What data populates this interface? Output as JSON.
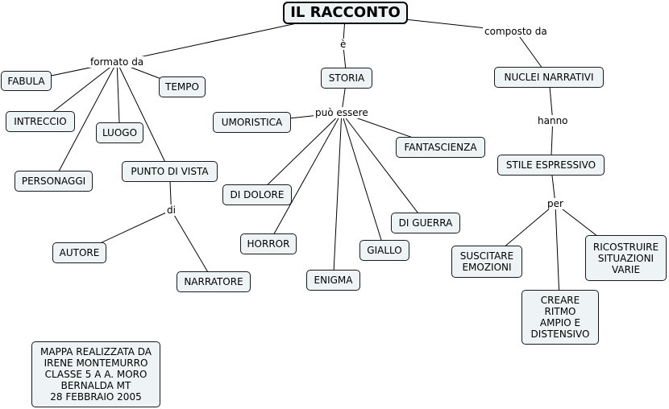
{
  "nodes": [
    {
      "id": "root",
      "text": "IL RACCONTO"
    },
    {
      "id": "fabula",
      "text": "FABULA"
    },
    {
      "id": "tempo",
      "text": "TEMPO"
    },
    {
      "id": "intreccio",
      "text": "INTRECCIO"
    },
    {
      "id": "luogo",
      "text": "LUOGO"
    },
    {
      "id": "personaggi",
      "text": "PERSONAGGI"
    },
    {
      "id": "punto_vista",
      "text": "PUNTO DI VISTA"
    },
    {
      "id": "autore",
      "text": "AUTORE"
    },
    {
      "id": "narratore",
      "text": "NARRATORE"
    },
    {
      "id": "storia",
      "text": "STORIA"
    },
    {
      "id": "umoristica",
      "text": "UMORISTICA"
    },
    {
      "id": "fantascienza",
      "text": "FANTASCIENZA"
    },
    {
      "id": "di_dolore",
      "text": "DI DOLORE"
    },
    {
      "id": "horror",
      "text": "HORROR"
    },
    {
      "id": "enigma",
      "text": "ENIGMA"
    },
    {
      "id": "giallo",
      "text": "GIALLO"
    },
    {
      "id": "di_guerra",
      "text": "DI GUERRA"
    },
    {
      "id": "nuclei",
      "text": "NUCLEI NARRATIVI"
    },
    {
      "id": "stile",
      "text": "STILE ESPRESSIVO"
    },
    {
      "id": "suscitare",
      "text": "SUSCITARE\nEMOZIONI"
    },
    {
      "id": "ricostruire",
      "text": "RICOSTRUIRE\nSITUAZIONI\nVARIE"
    },
    {
      "id": "creare",
      "text": "CREARE\nRITMO\nAMPIO E\nDISTENSIVO"
    },
    {
      "id": "credits",
      "text": "MAPPA REALIZZATA DA\nIRENE MONTEMURRO\nCLASSE 5 A A. MORO\nBERNALDA  MT\n28 FEBBRAIO 2005"
    }
  ],
  "links": [
    {
      "id": "formato_da",
      "text": "formato da"
    },
    {
      "id": "e",
      "text": "è"
    },
    {
      "id": "composto_da",
      "text": "composto da"
    },
    {
      "id": "di",
      "text": "di"
    },
    {
      "id": "puo_essere",
      "text": "può essere"
    },
    {
      "id": "hanno",
      "text": "hanno"
    },
    {
      "id": "per",
      "text": "per"
    }
  ],
  "edges": [
    [
      "root",
      "formato_da"
    ],
    [
      "formato_da",
      "fabula"
    ],
    [
      "formato_da",
      "tempo"
    ],
    [
      "formato_da",
      "intreccio"
    ],
    [
      "formato_da",
      "luogo"
    ],
    [
      "formato_da",
      "personaggi"
    ],
    [
      "formato_da",
      "punto_vista"
    ],
    [
      "punto_vista",
      "di"
    ],
    [
      "di",
      "autore"
    ],
    [
      "di",
      "narratore"
    ],
    [
      "root",
      "e"
    ],
    [
      "e",
      "storia"
    ],
    [
      "storia",
      "puo_essere"
    ],
    [
      "puo_essere",
      "umoristica"
    ],
    [
      "puo_essere",
      "fantascienza"
    ],
    [
      "puo_essere",
      "di_dolore"
    ],
    [
      "puo_essere",
      "horror"
    ],
    [
      "puo_essere",
      "enigma"
    ],
    [
      "puo_essere",
      "giallo"
    ],
    [
      "puo_essere",
      "di_guerra"
    ],
    [
      "root",
      "composto_da"
    ],
    [
      "composto_da",
      "nuclei"
    ],
    [
      "nuclei",
      "hanno"
    ],
    [
      "hanno",
      "stile"
    ],
    [
      "stile",
      "per"
    ],
    [
      "per",
      "suscitare"
    ],
    [
      "per",
      "ricostruire"
    ],
    [
      "per",
      "creare"
    ]
  ]
}
